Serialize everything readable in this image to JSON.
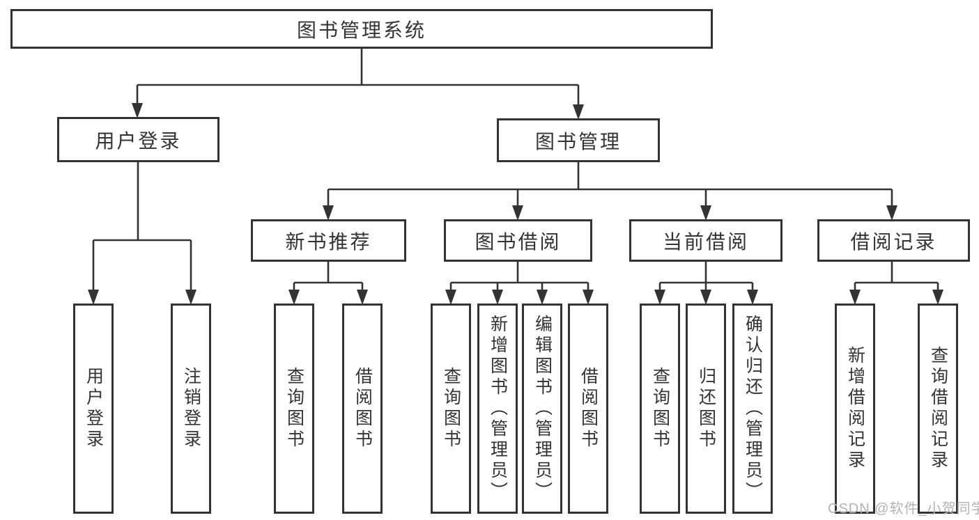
{
  "diagram": {
    "root": {
      "label": "图书管理系统"
    },
    "level2": {
      "user_login": {
        "label": "用户登录"
      },
      "book_management": {
        "label": "图书管理"
      }
    },
    "level3": {
      "new_book_recommend": {
        "label": "新书推荐"
      },
      "book_borrow": {
        "label": "图书借阅"
      },
      "current_borrow": {
        "label": "当前借阅"
      },
      "borrow_records": {
        "label": "借阅记录"
      }
    },
    "leaves": {
      "user_login": [
        "用户登录",
        "注销登录"
      ],
      "new_book_recommend": [
        "查询图书",
        "借阅图书"
      ],
      "book_borrow": [
        "查询图书",
        "新增图书（管理员）",
        "编辑图书（管理员）",
        "借阅图书"
      ],
      "current_borrow": [
        "查询图书",
        "归还图书",
        "确认归还（管理员）"
      ],
      "borrow_records": [
        "新增借阅记录",
        "查询借阅记录"
      ]
    },
    "watermark": "CSDN @软件_小贺同学",
    "colors": {
      "line": "#333333",
      "box_border": "#333333",
      "text": "#333333",
      "watermark": "#b3b3b3",
      "background": "#ffffff"
    }
  }
}
